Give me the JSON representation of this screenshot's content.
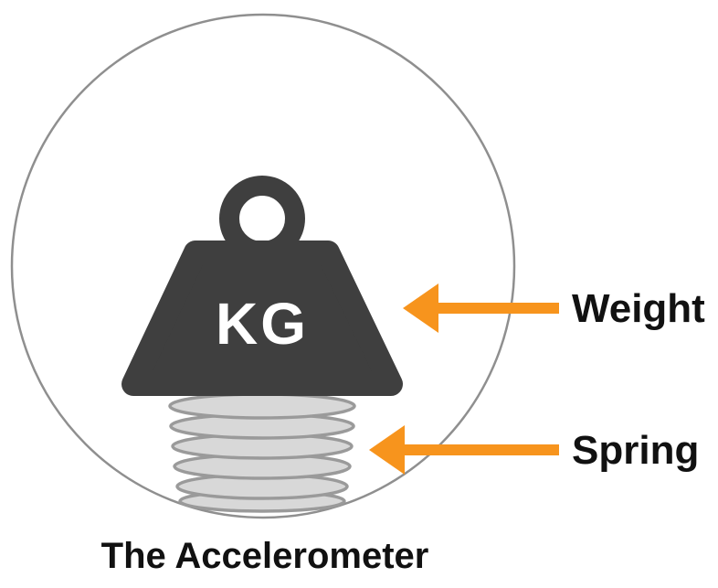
{
  "diagram": {
    "weight_text": "KG",
    "caption": "The Accelerometer"
  },
  "labels": {
    "weight": "Weight",
    "spring": "Spring"
  },
  "colors": {
    "circle_stroke": "#8f8f8f",
    "weight_fill": "#3f3f3f",
    "weight_text": "#ffffff",
    "spring_fill": "#d8d8d8",
    "spring_stroke": "#9a9a9a",
    "arrow": "#f7941d",
    "text": "#111111"
  }
}
